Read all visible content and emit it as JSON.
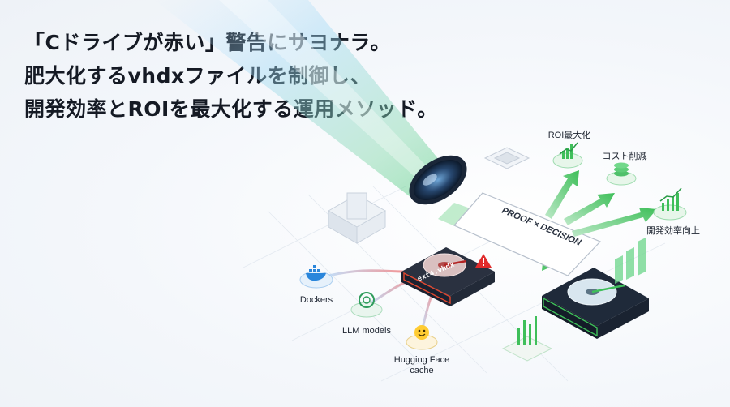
{
  "headline": {
    "line1": "「Cドライブが赤い」警告にサヨナラ。",
    "line2": "肥大化するvhdxファイルを制御し、",
    "line3": "開発効率とROIを最大化する運用メソッド。"
  },
  "diagram": {
    "disk_label": "ext4.vhdx",
    "stamp_text": "PROOF × DECISION",
    "sources": {
      "dockers": "Dockers",
      "llm": "LLM models",
      "hf_line1": "Hugging Face",
      "hf_line2": "cache"
    },
    "outcomes": {
      "roi": "ROI最大化",
      "cost": "コスト削減",
      "efficiency": "開発効率向上"
    }
  },
  "colors": {
    "accent_green": "#3fbf5a",
    "warning_red": "#e02b2b",
    "disk_dark": "#1f2a3a"
  },
  "icons": [
    "docker-icon",
    "openai-icon",
    "hugging-face-icon",
    "warning-icon",
    "growth-chart-icon",
    "coins-icon",
    "bar-chart-icon",
    "server-icon"
  ]
}
